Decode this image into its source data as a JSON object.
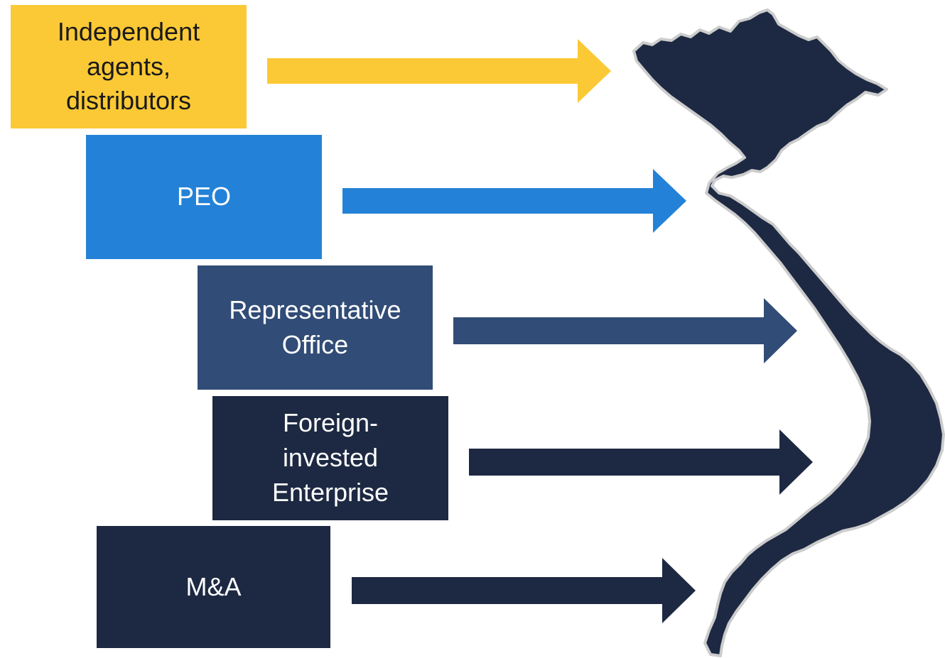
{
  "entry_modes": [
    {
      "label": "Independent\nagents,\ndistributors",
      "color": "#FBC935",
      "text_color": "#1a1a1a"
    },
    {
      "label": "PEO",
      "color": "#2382D7",
      "text_color": "#ffffff"
    },
    {
      "label": "Representative\nOffice",
      "color": "#314C76",
      "text_color": "#ffffff"
    },
    {
      "label": "Foreign-\ninvested\nEnterprise",
      "color": "#1D2942",
      "text_color": "#ffffff"
    },
    {
      "label": "M&A",
      "color": "#1D2942",
      "text_color": "#ffffff"
    }
  ],
  "map": {
    "fill_color": "#1D2942",
    "outline_color": "#cccccc",
    "icon": "vietnam-map-icon"
  }
}
